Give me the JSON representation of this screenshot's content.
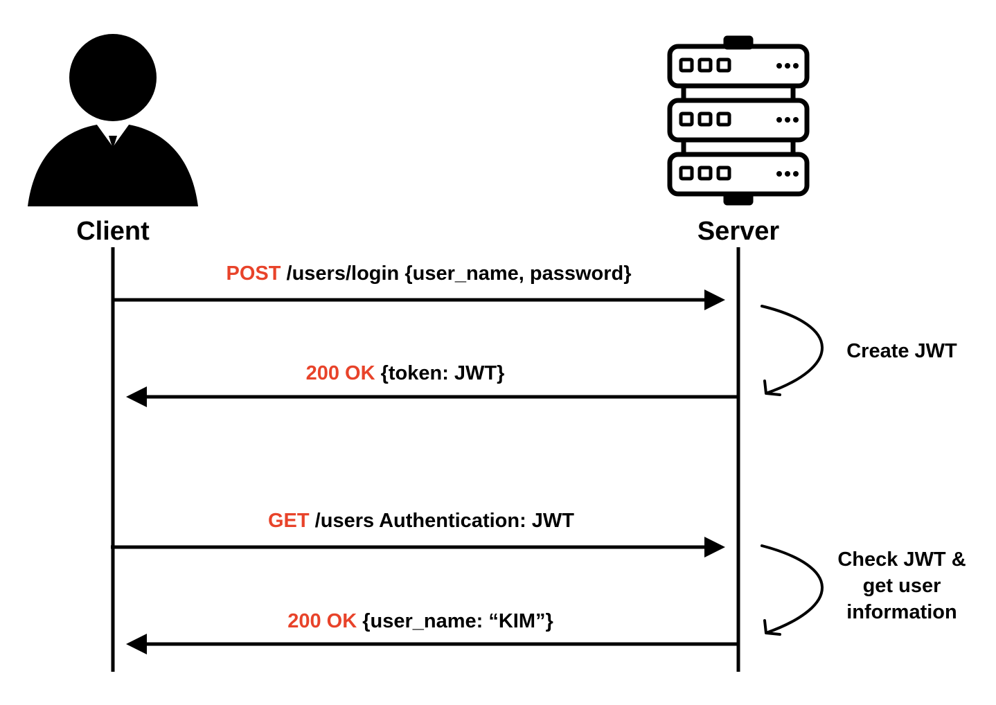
{
  "colors": {
    "ink": "#000000",
    "method": "#e8432a",
    "background": "#ffffff"
  },
  "actors": {
    "client": {
      "label": "Client",
      "icon": "person-icon"
    },
    "server": {
      "label": "Server",
      "icon": "server-rack-icon"
    }
  },
  "messages": [
    {
      "method": "POST",
      "text": "/users/login {user_name, password}",
      "direction": "client-to-server"
    },
    {
      "method": "200 OK",
      "text": "{token: JWT}",
      "direction": "server-to-client"
    },
    {
      "method": "GET",
      "text": "/users Authentication: JWT",
      "direction": "client-to-server"
    },
    {
      "method": "200 OK",
      "text": "{user_name: “KIM”}",
      "direction": "server-to-client"
    }
  ],
  "notes": [
    {
      "lines": [
        "Create JWT"
      ]
    },
    {
      "lines": [
        "Check JWT &",
        "get user",
        "information"
      ]
    }
  ]
}
